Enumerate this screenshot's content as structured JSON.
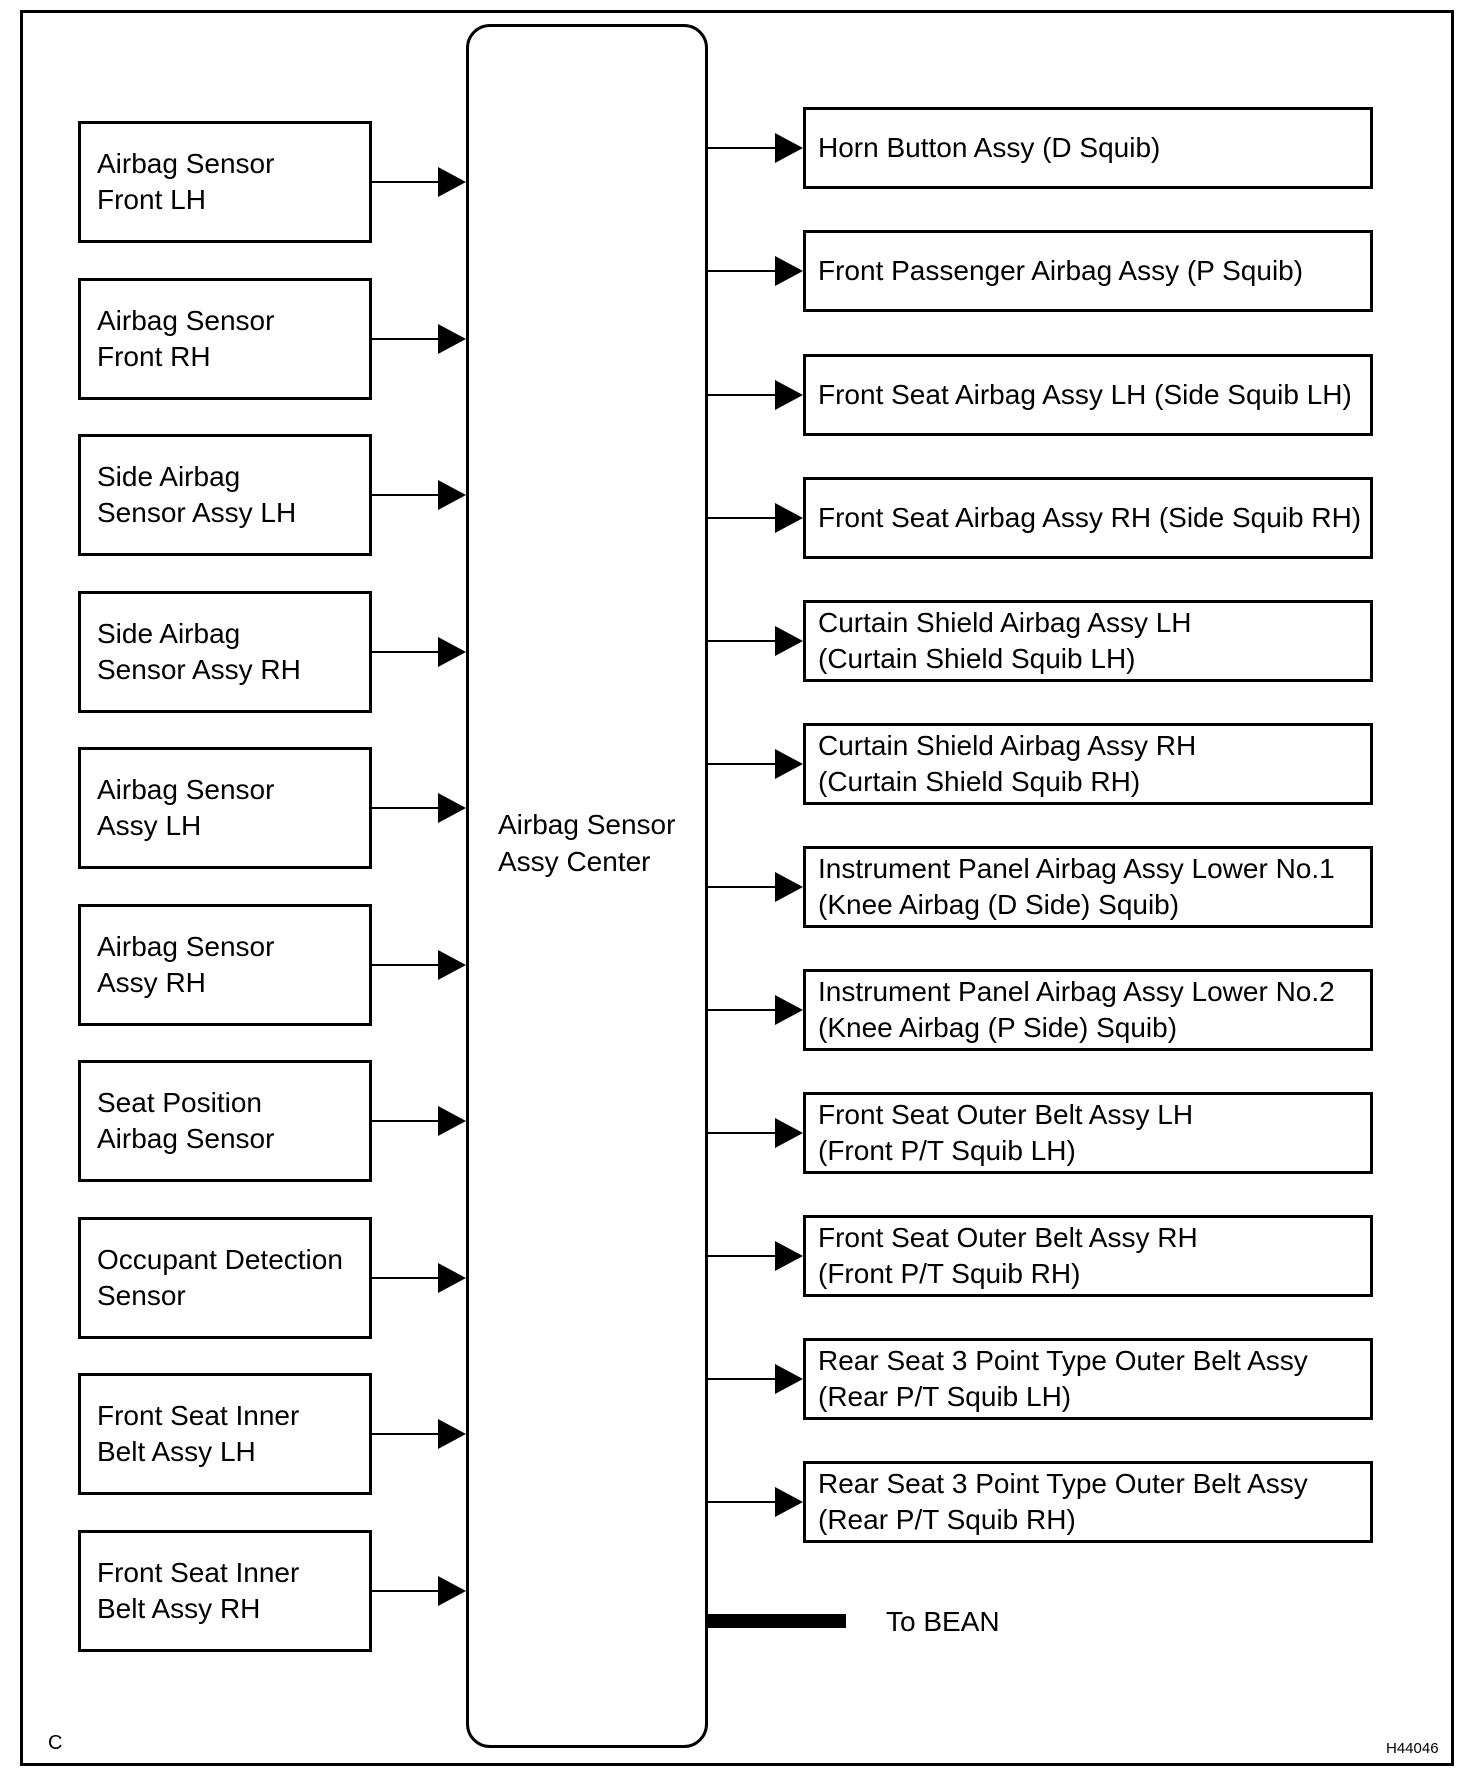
{
  "center": {
    "line1": "Airbag Sensor",
    "line2": "Assy Center"
  },
  "inputs": [
    {
      "line1": "Airbag Sensor",
      "line2": "Front LH"
    },
    {
      "line1": "Airbag Sensor",
      "line2": "Front RH"
    },
    {
      "line1": "Side Airbag",
      "line2": "Sensor Assy LH"
    },
    {
      "line1": "Side Airbag",
      "line2": "Sensor Assy RH"
    },
    {
      "line1": "Airbag Sensor",
      "line2": "Assy LH"
    },
    {
      "line1": "Airbag Sensor",
      "line2": "Assy RH"
    },
    {
      "line1": "Seat Position",
      "line2": "Airbag Sensor"
    },
    {
      "line1": "Occupant Detection",
      "line2": "Sensor"
    },
    {
      "line1": "Front Seat Inner",
      "line2": "Belt Assy LH"
    },
    {
      "line1": "Front Seat Inner",
      "line2": "Belt Assy RH"
    }
  ],
  "outputs": [
    {
      "line1": "Horn Button Assy (D Squib)",
      "line2": ""
    },
    {
      "line1": "Front Passenger Airbag Assy (P Squib)",
      "line2": ""
    },
    {
      "line1": "Front Seat Airbag Assy LH (Side Squib LH)",
      "line2": ""
    },
    {
      "line1": "Front Seat Airbag Assy RH (Side Squib RH)",
      "line2": ""
    },
    {
      "line1": "Curtain Shield Airbag Assy LH",
      "line2": "(Curtain Shield Squib LH)"
    },
    {
      "line1": "Curtain Shield Airbag Assy RH",
      "line2": "(Curtain Shield Squib RH)"
    },
    {
      "line1": "Instrument Panel Airbag Assy Lower No.1",
      "line2": "(Knee Airbag (D Side) Squib)"
    },
    {
      "line1": "Instrument Panel Airbag Assy Lower No.2",
      "line2": "(Knee Airbag (P Side) Squib)"
    },
    {
      "line1": "Front Seat Outer Belt Assy LH",
      "line2": "(Front P/T Squib LH)"
    },
    {
      "line1": "Front Seat Outer Belt Assy RH",
      "line2": "(Front P/T Squib RH)"
    },
    {
      "line1": "Rear Seat 3 Point Type Outer Belt Assy",
      "line2": "(Rear P/T Squib LH)"
    },
    {
      "line1": "Rear Seat 3 Point Type Outer Belt Assy",
      "line2": "(Rear P/T Squib RH)"
    }
  ],
  "bean": {
    "label": "To BEAN"
  },
  "corner_left": "C",
  "figure_code": "H44046"
}
